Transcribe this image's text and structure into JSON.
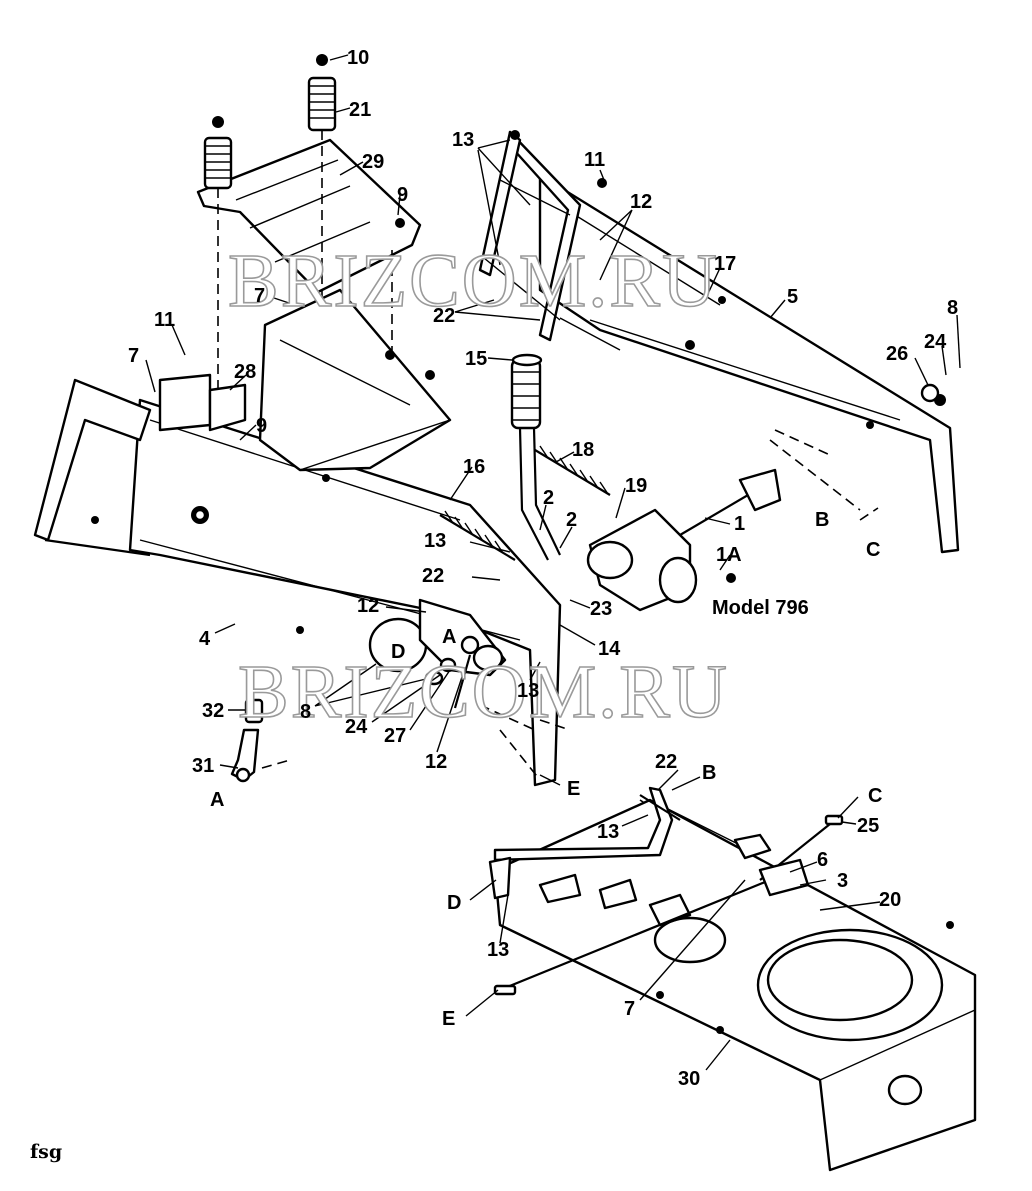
{
  "watermarks": [
    "BRIZCOM.RU",
    "BRIZCOM.RU"
  ],
  "model_note": "Model 796",
  "footer_code": "fsg",
  "callouts": [
    "10",
    "21",
    "29",
    "9",
    "13",
    "11",
    "12",
    "17",
    "5",
    "7",
    "11",
    "7",
    "28",
    "9",
    "22",
    "15",
    "18",
    "26",
    "24",
    "8",
    "16",
    "19",
    "2",
    "2",
    "1",
    "B",
    "1A",
    "C",
    "13",
    "22",
    "12",
    "D",
    "A",
    "23",
    "14",
    "4",
    "13",
    "32",
    "8",
    "24",
    "27",
    "12",
    "31",
    "A",
    "E",
    "22",
    "B",
    "C",
    "25",
    "13",
    "6",
    "3",
    "D",
    "20",
    "13",
    "E",
    "7",
    "30"
  ],
  "colors": {
    "ink": "#000000",
    "paper": "#ffffff",
    "watermark_stroke": "#9a9a9a"
  }
}
